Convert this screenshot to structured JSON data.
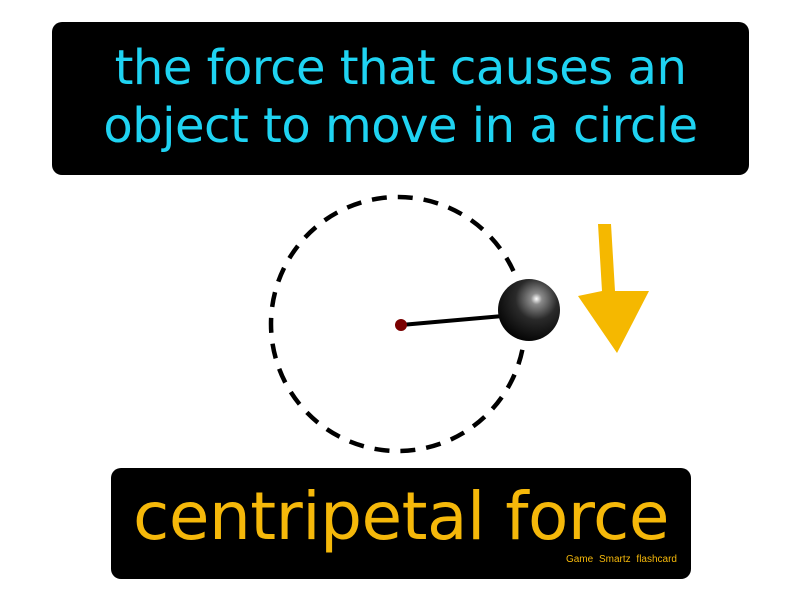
{
  "definition": {
    "lines": [
      "the force that causes an",
      "object to move in a circle"
    ],
    "color": "#1fd3f2"
  },
  "term": {
    "text": "centripetal force",
    "color": "#f5b80a"
  },
  "brand": {
    "text": "Game Smartz flashcard",
    "color": "#f5b80a"
  },
  "diagram": {
    "path_style": "dashed",
    "path_color": "#000000",
    "center_dot_color": "#7a0000",
    "ball_color": "#111111",
    "arrow_color": "#f5b800",
    "arrow_direction": "down"
  }
}
